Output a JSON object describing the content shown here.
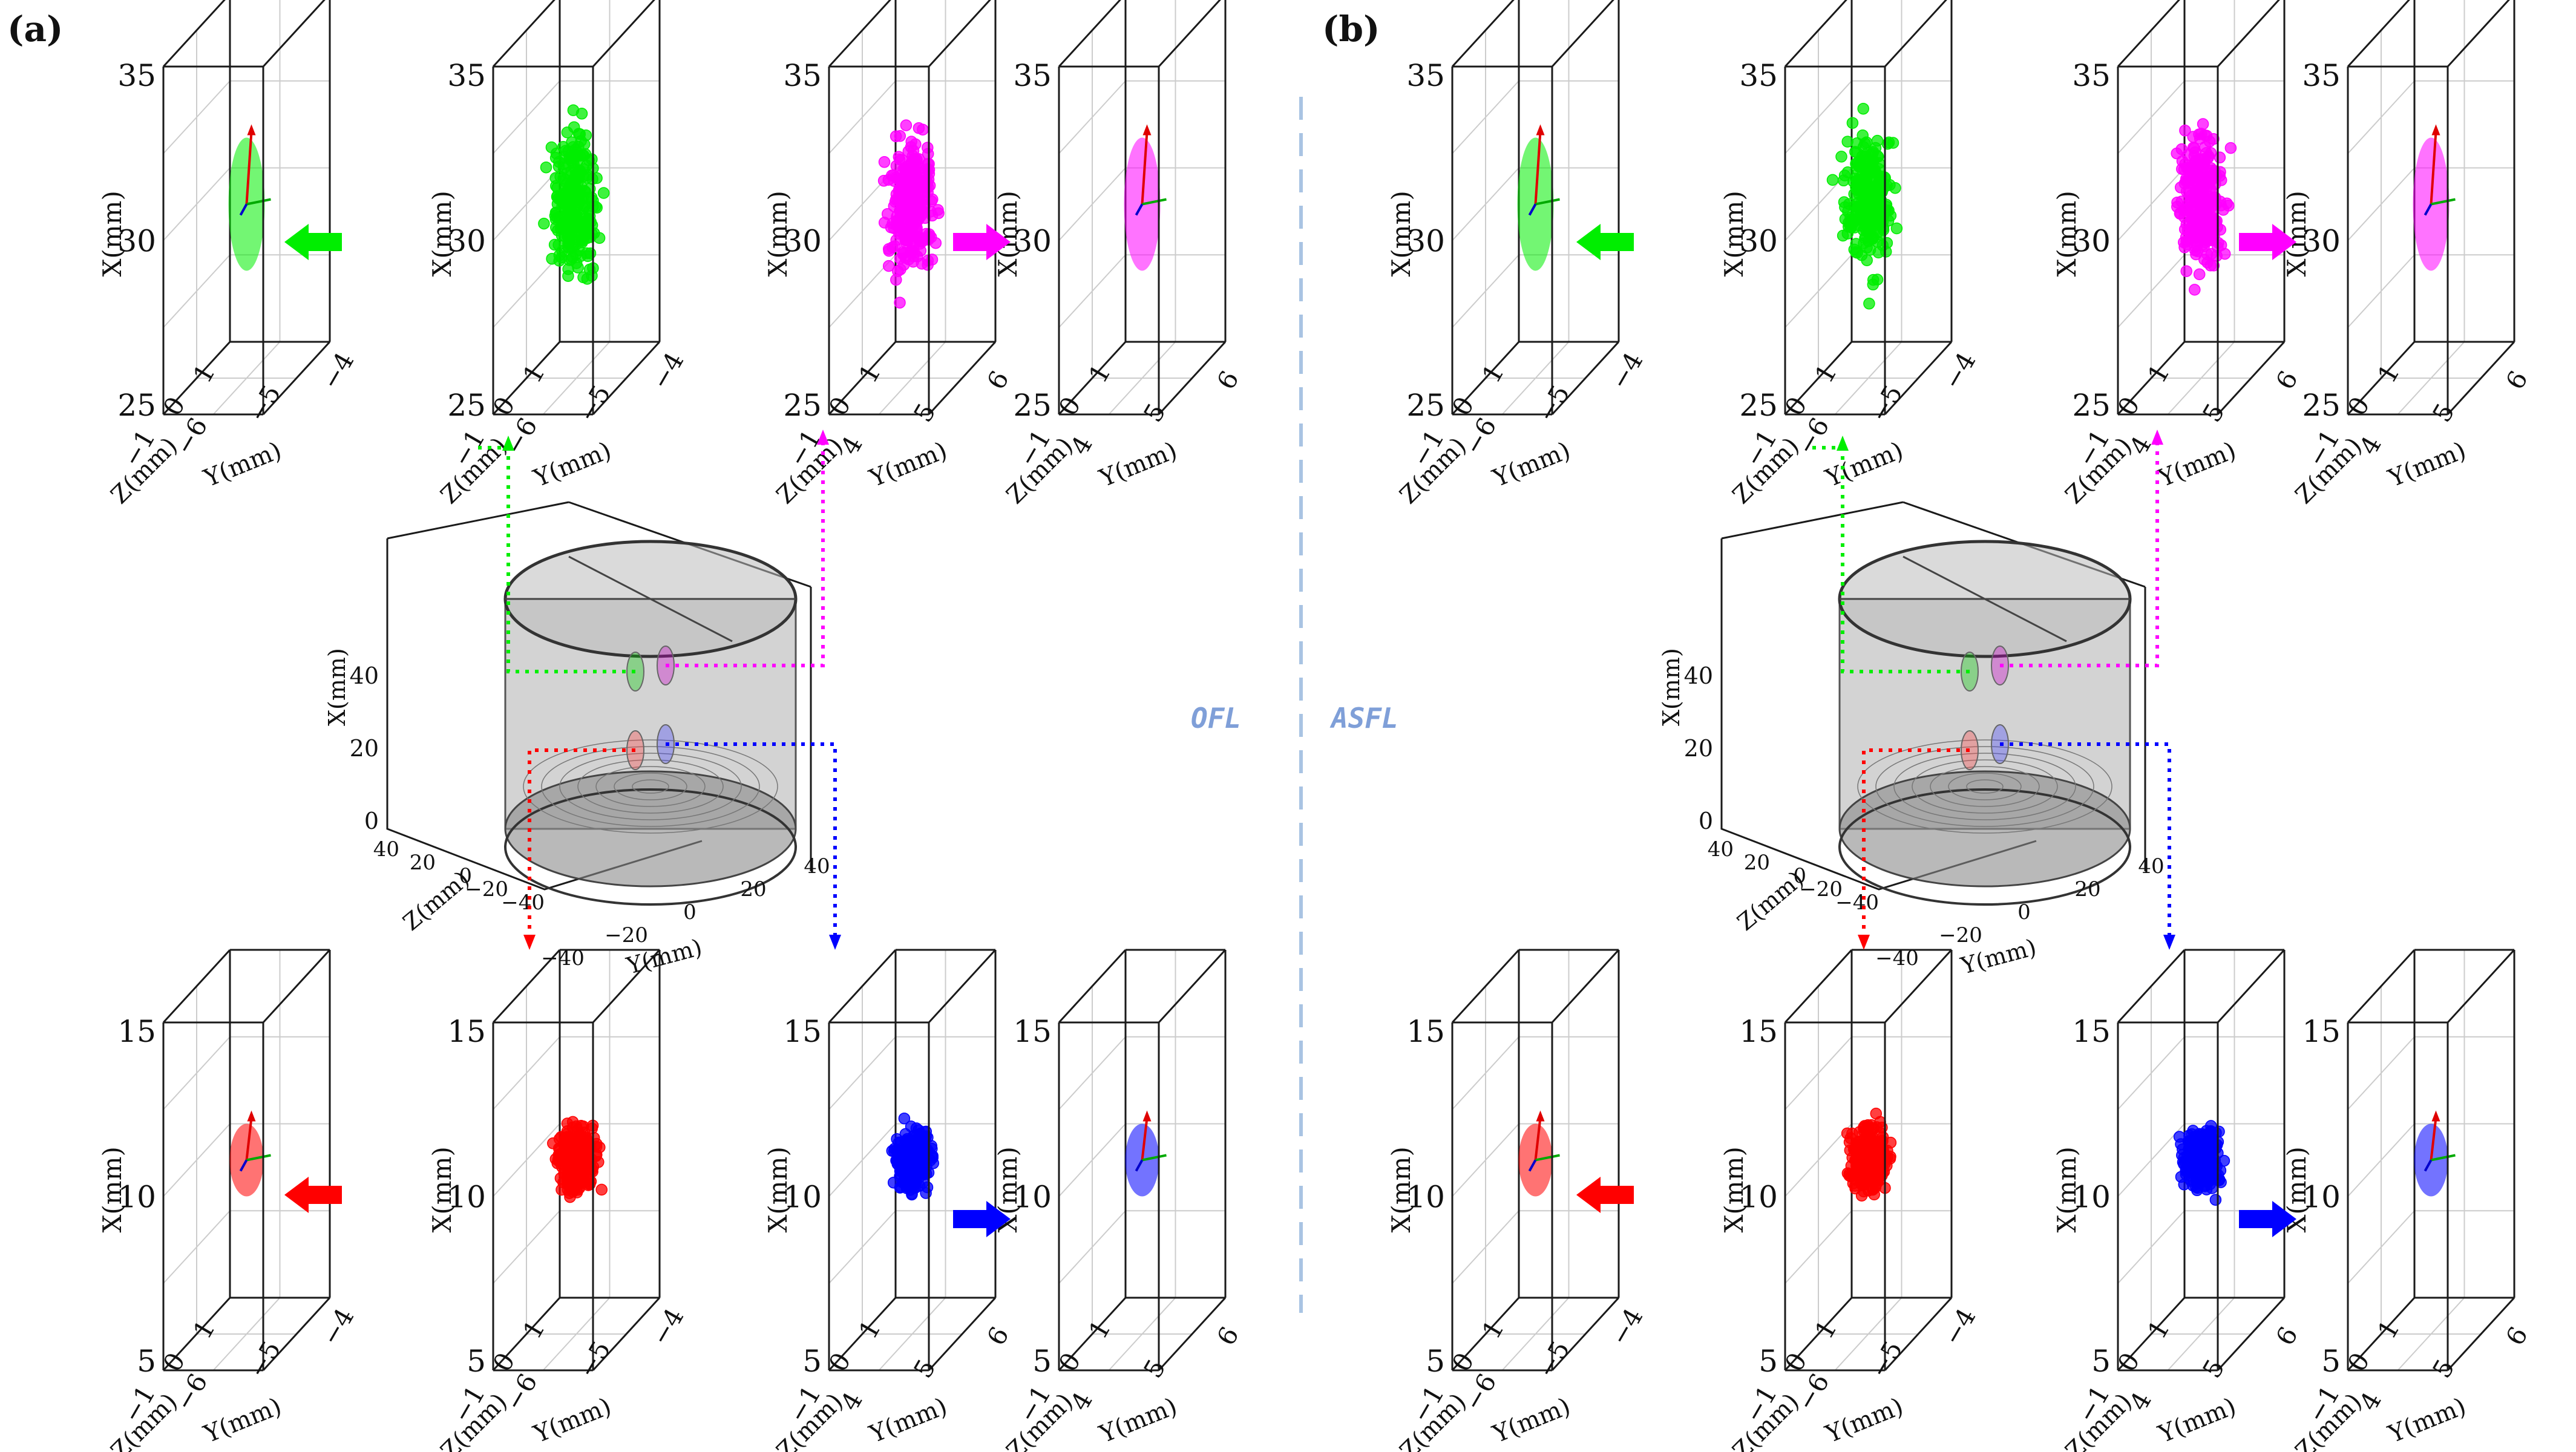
{
  "panels": [
    {
      "label": "(a)"
    },
    {
      "label": "(b)"
    }
  ],
  "methods": [
    "OFL",
    "ASFL"
  ],
  "colors": {
    "green": "#00ee00",
    "magenta": "#ff00ff",
    "red": "#ff0000",
    "blue": "#0000ff",
    "frame": "#1a1a1a",
    "grid": "#cccccc",
    "divider": "#a9c4e3",
    "method": "#7f9fd8"
  },
  "axis_titles": {
    "x": "X(mm)",
    "y": "Y(mm)",
    "z": "Z(mm)"
  },
  "ticks": {
    "top_x": [
      "25",
      "30",
      "35"
    ],
    "bottom_x": [
      "5",
      "10",
      "15"
    ],
    "left_y": [
      "−6",
      "−5",
      "−4"
    ],
    "right_y": [
      "4",
      "5",
      "6"
    ],
    "z": [
      "−1",
      "0",
      "1"
    ]
  },
  "cylinder_ticks": {
    "x": [
      "0",
      "20",
      "40"
    ],
    "y": [
      "−40",
      "−20",
      "0",
      "20",
      "40"
    ],
    "z": [
      "−40",
      "−20",
      "0",
      "20",
      "40"
    ]
  },
  "subplot_types": [
    "fit",
    "cloud",
    "cloud",
    "fit"
  ],
  "subplot_colors": {
    "top": [
      "green",
      "green",
      "magenta",
      "magenta"
    ],
    "bottom": [
      "red",
      "red",
      "blue",
      "blue"
    ]
  },
  "arrows": [
    "left",
    "right"
  ],
  "icons": [
    "ellipsoid-icon",
    "point-cloud-icon",
    "arrow-icon",
    "cylinder-icon"
  ]
}
